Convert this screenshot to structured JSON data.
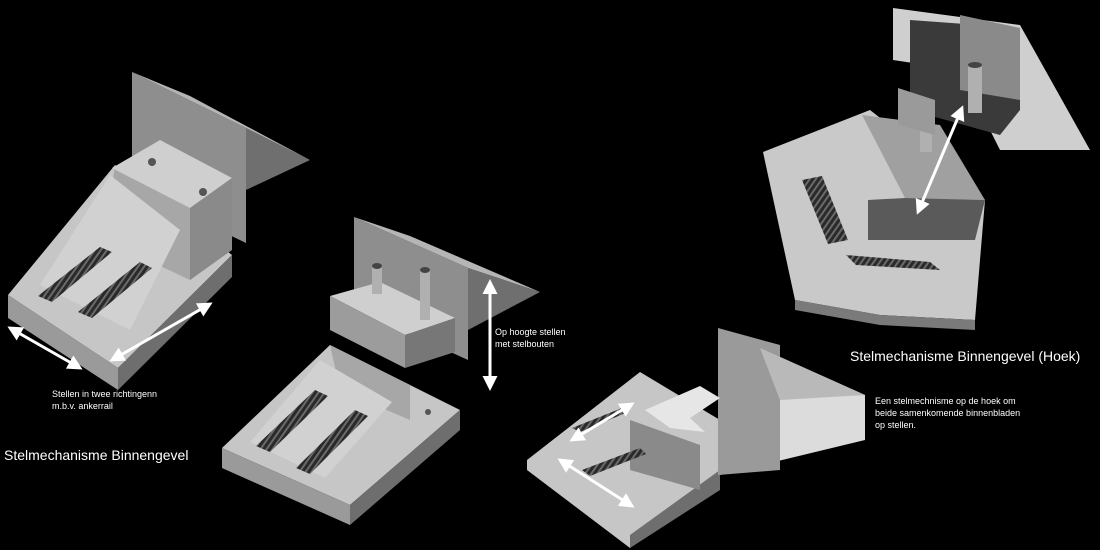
{
  "left_caption": {
    "line1": "Stellen in twee richtingenn",
    "line2": "m.b.v. ankerrail"
  },
  "left_title": "Stelmechanisme Binnengevel",
  "middle_caption": {
    "line1": "Op hoogte stellen",
    "line2": "met stelbouten"
  },
  "corner_title": "Stelmechanisme Binnengevel (Hoek)",
  "corner_caption": {
    "line1": "Een stelmechnisme op de hoek om",
    "line2": "beide samenkomende binnenbladen",
    "line3": "op stellen."
  },
  "colors": {
    "background": "#000000",
    "arrow": "#ffffff",
    "top_face": "#c9c9c9",
    "side_face": "#8f8f8f",
    "front_face": "#a9a9a9",
    "dark_face": "#555555"
  }
}
